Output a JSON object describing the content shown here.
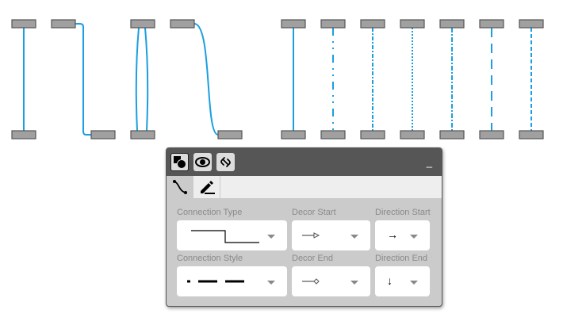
{
  "panel": {
    "header_buttons": [
      {
        "icon": "shapes-icon",
        "active": true
      },
      {
        "icon": "eye-icon"
      },
      {
        "icon": "link-icon"
      }
    ],
    "minimize_label": "_",
    "tabs": [
      {
        "icon": "connection-icon",
        "active": true
      },
      {
        "icon": "pen-icon"
      }
    ],
    "fields": {
      "connection_type": {
        "label": "Connection Type",
        "value": "orthogonal"
      },
      "decor_start": {
        "label": "Decor Start",
        "value": "arrow-open"
      },
      "direction_start": {
        "label": "Direction Start",
        "value": "→"
      },
      "connection_style": {
        "label": "Connection Style",
        "value": "dash-dot"
      },
      "decor_end": {
        "label": "Decor End",
        "value": "diamond"
      },
      "direction_end": {
        "label": "Direction End",
        "value": "↓"
      }
    }
  },
  "colors": {
    "connector": "#1a9fe0",
    "node": "#a0a0a0"
  }
}
